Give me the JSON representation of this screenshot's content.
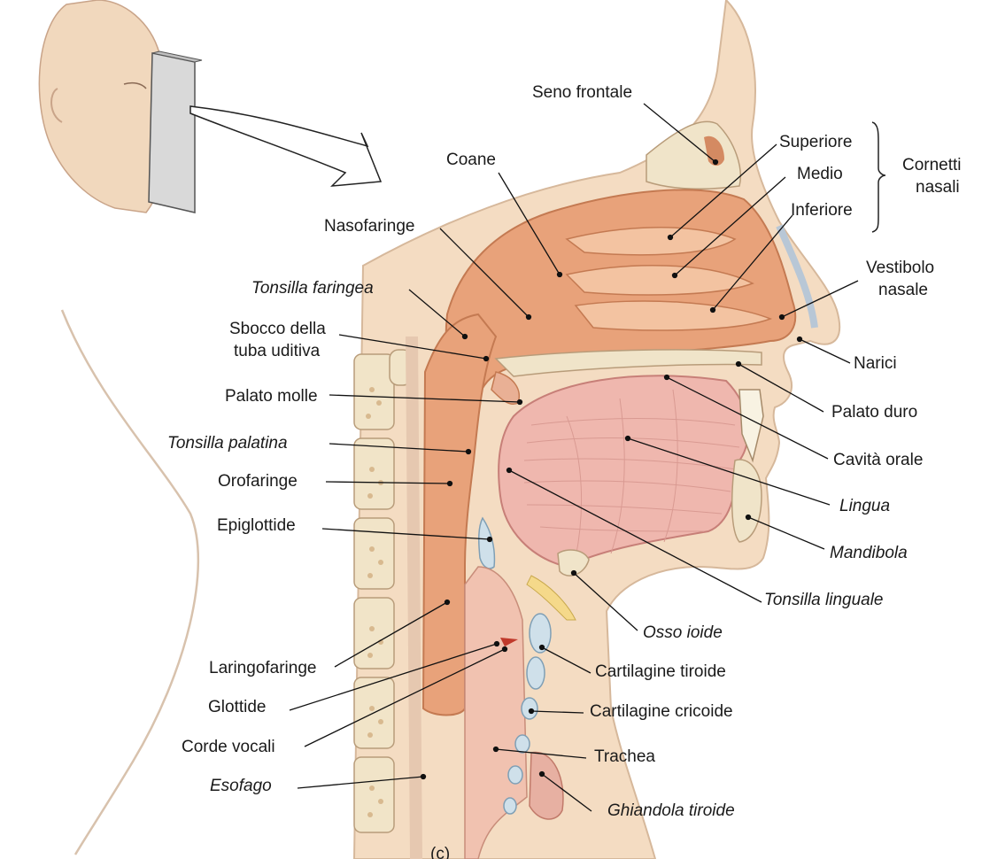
{
  "figure_tag": "(c)",
  "labels": {
    "seno_frontale": "Seno frontale",
    "superiore": "Superiore",
    "medio": "Medio",
    "inferiore": "Inferiore",
    "cornetti_nasali_1": "Cornetti",
    "cornetti_nasali_2": "nasali",
    "coane": "Coane",
    "nasofaringe": "Nasofaringe",
    "tonsilla_faringea": "Tonsilla faringea",
    "vestibolo_1": "Vestibolo",
    "vestibolo_2": "nasale",
    "sbocco_1": "Sbocco della",
    "sbocco_2": "tuba uditiva",
    "narici": "Narici",
    "palato_molle": "Palato molle",
    "palato_duro": "Palato duro",
    "tonsilla_palatina": "Tonsilla palatina",
    "cavita_orale": "Cavità orale",
    "orofaringe": "Orofaringe",
    "lingua": "Lingua",
    "epiglottide": "Epiglottide",
    "mandibola": "Mandibola",
    "tonsilla_linguale": "Tonsilla linguale",
    "osso_ioide": "Osso ioide",
    "laringofaringe": "Laringofaringe",
    "cartilagine_tiroide": "Cartilagine tiroide",
    "glottide": "Glottide",
    "cartilagine_cricoide": "Cartilagine cricoide",
    "corde_vocali": "Corde vocali",
    "trachea": "Trachea",
    "esofago": "Esofago",
    "ghiandola_tiroide": "Ghiandola tiroide"
  }
}
